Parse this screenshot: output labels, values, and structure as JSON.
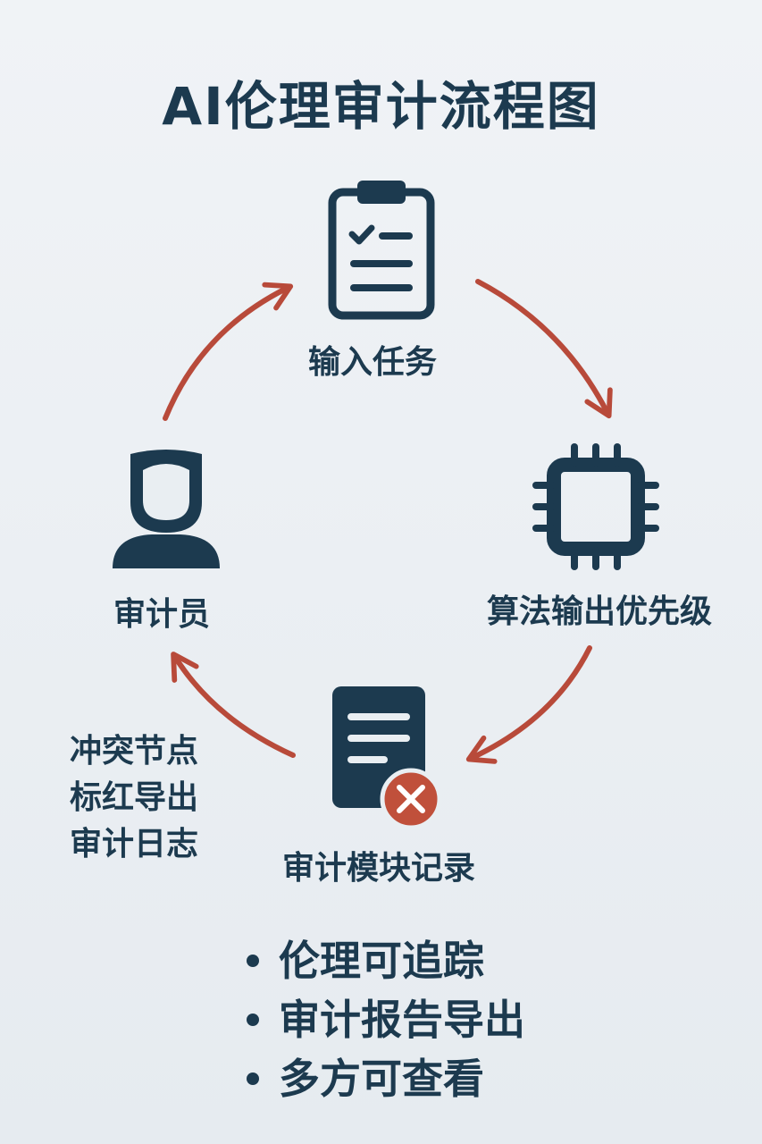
{
  "title": "AI伦理审计流程图",
  "nodes": {
    "input": {
      "label": "输入任务",
      "icon": "clipboard-checklist-icon"
    },
    "algorithm": {
      "label": "算法输出优先级",
      "icon": "cpu-chip-icon"
    },
    "module": {
      "label": "审计模块记录",
      "icon": "document-error-icon"
    },
    "auditor": {
      "label": "审计员",
      "icon": "person-icon"
    }
  },
  "side_note": [
    "冲突节点",
    "标红导出",
    "审计日志"
  ],
  "features": [
    "伦理可追踪",
    "审计报告导出",
    "多方可查看"
  ],
  "colors": {
    "primary": "#1c3a4f",
    "arrow": "#b84a3a",
    "error": "#c0503b"
  }
}
